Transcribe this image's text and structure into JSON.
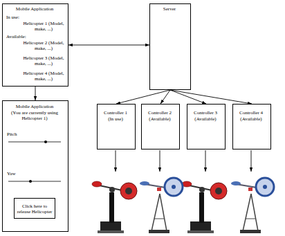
{
  "diagram": {
    "nodes": [
      {
        "text": [
          "Mobile Application",
          "In use:",
          "Helicopter 1 (Model, make, ...)",
          "Available:",
          "Helicopter 2 (Model, make, ...)",
          "Helicopter 3 (Model, make, ...)",
          "Helicopter 4 (Model, make, ...)"
        ]
      },
      {
        "text": [
          "Server"
        ]
      },
      {
        "text": [
          "Controller 1",
          "(In use)"
        ]
      },
      {
        "text": [
          "Controller 2",
          "(Available)"
        ]
      },
      {
        "text": [
          "Controller 3",
          "(Available)"
        ]
      },
      {
        "text": [
          "Controller 4",
          "(Available)"
        ]
      },
      {
        "text": [
          "Mobile Application",
          "(You are currently using Helicopter 1)",
          "Pitch",
          "Yaw"
        ]
      },
      {
        "text": [
          "Click here to release Helicopter"
        ],
        "in": 6
      }
    ],
    "edges": [
      {
        "from": 0,
        "to": 1,
        "arrow": "both"
      },
      {
        "from": 1,
        "to": 2,
        "arrow": "to"
      },
      {
        "from": 1,
        "to": 3,
        "arrow": "to"
      },
      {
        "from": 1,
        "to": 4,
        "arrow": "to"
      },
      {
        "from": 1,
        "to": 5,
        "arrow": "to"
      },
      {
        "from": 0,
        "to": 6,
        "arrow": "to"
      }
    ]
  }
}
